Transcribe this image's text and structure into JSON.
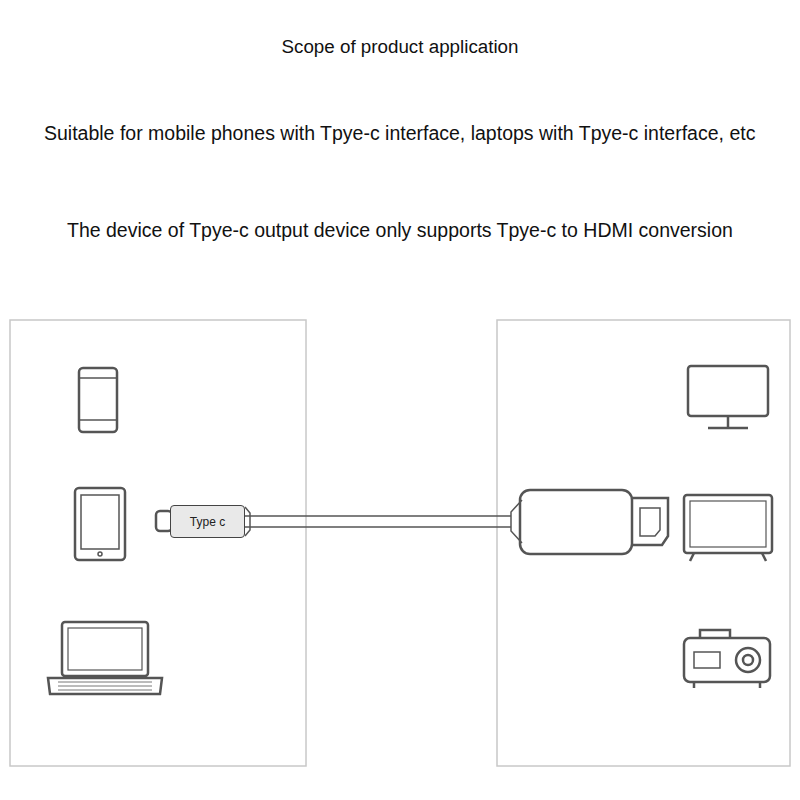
{
  "diagram": {
    "title": "Scope of product application",
    "nodes": [
      {
        "text": [
          "Type c"
        ]
      }
    ],
    "labels": [
      "Suitable for mobile phones with Tpye-c interface, laptops with Tpye-c interface, etc",
      "The device of Tpye-c output device only supports Tpye-c to HDMI conversion"
    ]
  }
}
